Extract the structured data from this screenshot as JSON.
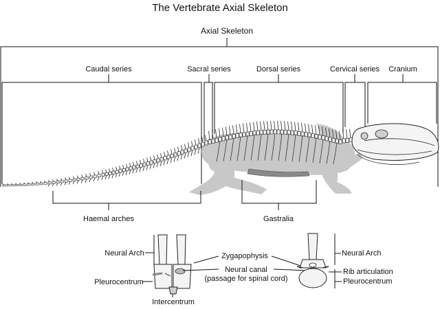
{
  "title": "The Vertebrate Axial Skeleton",
  "top_label": "Axial Skeleton",
  "regions": {
    "caudal": "Caudal series",
    "sacral": "Sacral series",
    "dorsal": "Dorsal series",
    "cervical": "Cervical series",
    "cranium": "Cranium"
  },
  "lower_labels": {
    "haemal": "Haemal arches",
    "gastralia": "Gastralia"
  },
  "detail_left": {
    "neural_arch": "Neural Arch",
    "pleurocentrum": "Pleurocentrum",
    "intercentrum": "Intercentrum"
  },
  "detail_center": {
    "zygapophysis": "Zygapophysis",
    "neural_canal": "Neural canal",
    "neural_canal_note": "(passage for spinal cord)"
  },
  "detail_right": {
    "neural_arch": "Neural Arch",
    "rib_articulation": "Rib articulation",
    "pleurocentrum": "Pleurocentrum"
  },
  "colors": {
    "ink": "#111111",
    "body_silhouette": "#c8c8c8",
    "bone_fill": "#f4f4f4",
    "bone_shade": "#9a9a9a"
  }
}
